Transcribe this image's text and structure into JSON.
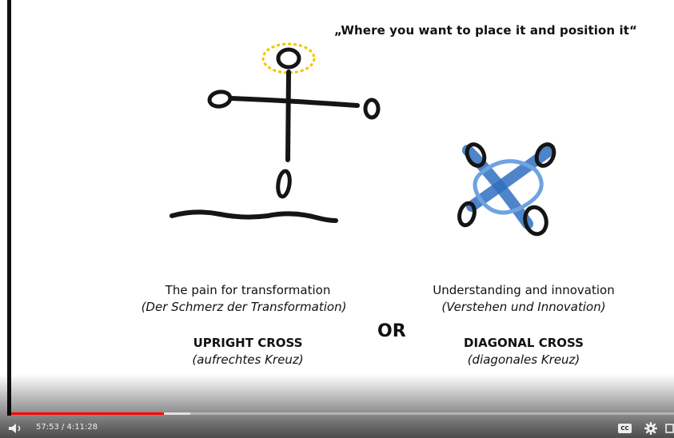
{
  "slide": {
    "quote": "„Where you want to place it and position it“",
    "left": {
      "line1": "The pain for transformation",
      "line2": "(Der Schmerz der Transformation)",
      "title": "UPRIGHT CROSS",
      "subtitle": "(aufrechtes Kreuz)"
    },
    "or_label": "OR",
    "right": {
      "line1": "Understanding and innovation",
      "line2": "(Verstehen und Innovation)",
      "title": "DIAGONAL CROSS",
      "subtitle": "(diagonales Kreuz)"
    },
    "colors": {
      "halo": "#f2c500",
      "ink": "#151515",
      "blue": "#2f6fc0",
      "light_blue": "#6fa3e0"
    }
  },
  "player": {
    "time": "57:53 / 4:11:28",
    "played_fraction": 0.23,
    "buffered_fraction": 0.27,
    "cc_label": "CC",
    "icons": [
      "volume-icon",
      "settings-icon",
      "fullscreen-icon"
    ],
    "progress_color": "#ff0000"
  }
}
